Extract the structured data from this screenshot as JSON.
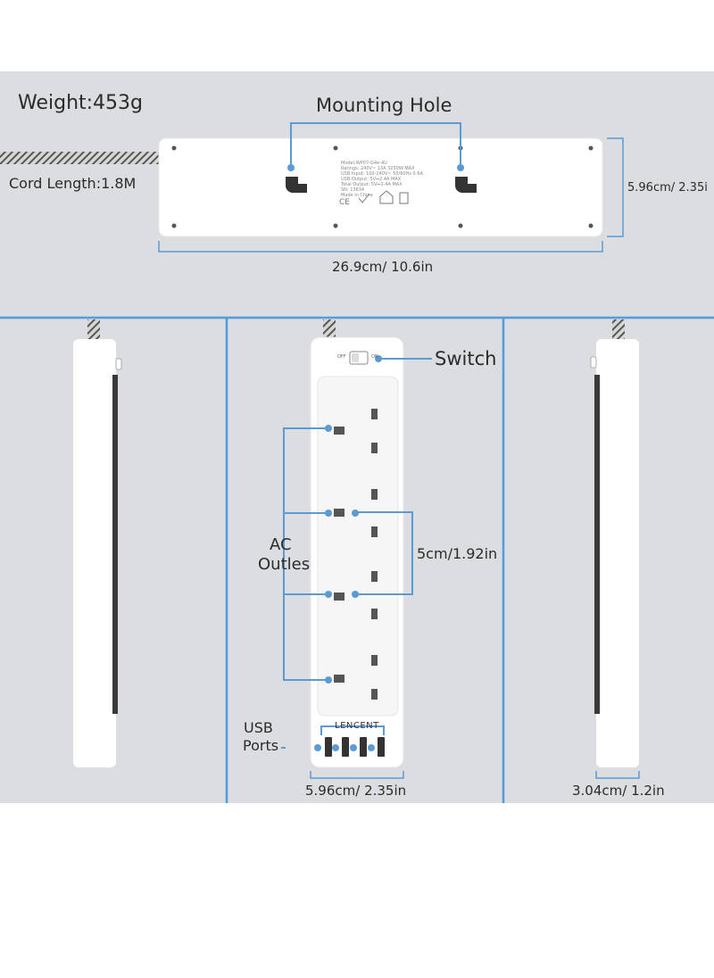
{
  "top": {
    "weight": "Weight:453g",
    "mounting_hole": "Mounting Hole",
    "cord_length": "Cord Length:1.8M",
    "height_dim": "5.96cm/ 2.35i",
    "length_dim": "26.9cm/ 10.6in",
    "label_lines": [
      "Model:WP07-G4e-4U",
      "Ratings: 240V~ 13A  3250W MAX",
      "USB Input: 100-240V~ 50/60Hz 0.6A",
      "USB Output: 5V⎓2.4A MAX",
      "Total Output: 5V⎓3.4A MAX",
      "SN: 13634",
      "Made in China"
    ]
  },
  "front": {
    "switch": "Switch",
    "switch_off": "OFF",
    "switch_on": "ON",
    "ac_outlets_line1": "AC",
    "ac_outlets_line2": "Outles",
    "spacing_dim": "5cm/1.92in",
    "usb_line1": "USB",
    "usb_line2": "Ports",
    "brand": "LENCENT",
    "width_dim": "5.96cm/ 2.35in"
  },
  "side": {
    "depth_dim": "3.04cm/ 1.2in"
  },
  "colors": {
    "background": "#dcdde1",
    "accent_blue": "#5b9bd5",
    "device_white": "#ffffff",
    "text": "#2b2b2b"
  }
}
